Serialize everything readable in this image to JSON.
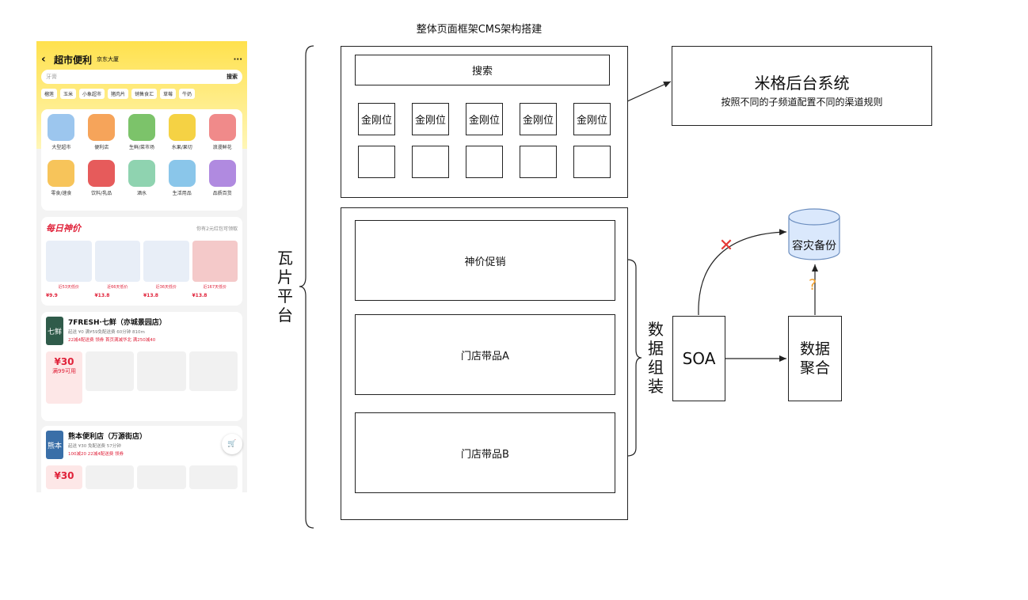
{
  "title": "整体页面框架CMS架构搭建",
  "phone": {
    "header_title": "超市便利",
    "location": "京东大厦",
    "more": "···",
    "search_placeholder": "牙膏",
    "search_button": "搜索",
    "chips": [
      "榴莲",
      "玉米",
      "小象超市",
      "猪肉片",
      "销售食汇",
      "草莓",
      "牛奶"
    ],
    "categories": [
      "大型超市",
      "便利店",
      "生鲜/菜市场",
      "水果/果切",
      "浪漫鲜花",
      "零食/速食",
      "饮料/乳品",
      "酒水",
      "生活用品",
      "品质百货"
    ],
    "daily_title": "每日神价",
    "daily_sub": "你有2元红包可领取",
    "lowest_labels": [
      "近53天低价",
      "近66天低价",
      "近36天低价",
      "近167天低价"
    ],
    "prices": [
      "¥9.9",
      "¥13.8",
      "¥13.8",
      "¥13.8"
    ],
    "store1": {
      "logo": "七鲜",
      "name": "7FRESH·七鲜（亦城景园店）",
      "meta": "起送 ¥0  满¥59免配送费  60分钟 810m",
      "promo": "22减4配送费  领券  首页满减华北 满250减40",
      "coupon_amount": "¥30",
      "coupon_text": "满99可用"
    },
    "store2": {
      "logo": "熊本",
      "name": "熊本便利店（万源街店）",
      "meta": "起送 ¥30  免配送费  57分钟",
      "promo": "100减20  22减4配送费  领券",
      "coupon_amount": "¥30"
    }
  },
  "diagram": {
    "search_label": "搜索",
    "kingkong_label": "金刚位",
    "tile_platform": [
      "瓦",
      "片",
      "平",
      "台"
    ],
    "modules": [
      "神价促销",
      "门店带品A",
      "门店带品B"
    ],
    "data_assembly": [
      "数",
      "据",
      "组",
      "装"
    ],
    "mige": {
      "title": "米格后台系统",
      "subtitle": "按照不同的子频道配置不同的渠道规则"
    },
    "soa": "SOA",
    "aggregate": [
      "数据",
      "聚合"
    ],
    "disaster": "容灾备份",
    "question": "?",
    "fail_mark": "✕"
  },
  "colors": {
    "stroke": "#222222",
    "cylinder_fill": "#dae8fc",
    "cylinder_stroke": "#6c8ebf",
    "fail": "#e53935",
    "question": "#f0a030",
    "phone_yellow": "#ffe14d",
    "phone_red": "#e0223a"
  }
}
